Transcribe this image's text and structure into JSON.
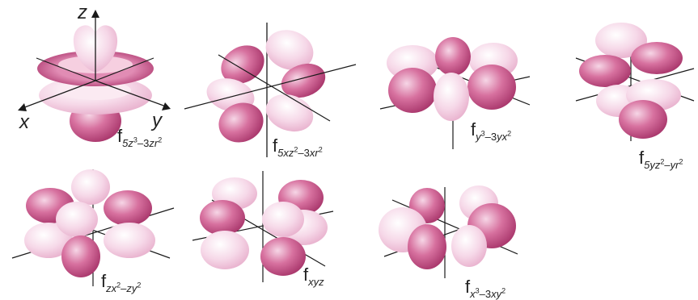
{
  "axes": {
    "z": "z",
    "x": "x",
    "y": "y"
  },
  "orbitals": [
    {
      "id": "fz3",
      "prefix": "f",
      "sub": [
        "5",
        "z",
        "3",
        "–3",
        "z",
        "r",
        "2"
      ]
    },
    {
      "id": "fxz2",
      "prefix": "f",
      "sub": [
        "5",
        "x",
        "z",
        "2",
        "–3",
        "x",
        "r",
        "2"
      ]
    },
    {
      "id": "fy3",
      "prefix": "f",
      "sub": [
        "",
        "y",
        "3",
        "–3",
        "y",
        "x",
        "2"
      ]
    },
    {
      "id": "fyz2",
      "prefix": "f",
      "sub": [
        "5",
        "y",
        "z",
        "2",
        "–",
        "y",
        "r",
        "2"
      ]
    },
    {
      "id": "fzx2",
      "prefix": "f",
      "sub": [
        "",
        "z",
        "x",
        "2",
        "–",
        "z",
        "y",
        "2"
      ]
    },
    {
      "id": "fxyz",
      "prefix": "f",
      "sub": [
        "",
        "x",
        "y",
        "z"
      ]
    },
    {
      "id": "fx3",
      "prefix": "f",
      "sub": [
        "",
        "x",
        "3",
        "–3",
        "x",
        "y",
        "2"
      ]
    }
  ],
  "labels": {
    "fz3": {
      "f": "f",
      "s1": "5",
      "i1": "z",
      "e1": "3",
      "s2": "–3",
      "i2": "zr",
      "e2": "2"
    },
    "fxz2": {
      "f": "f",
      "s1": "5",
      "i1": "xz",
      "e1": "2",
      "s2": "–3",
      "i2": "xr",
      "e2": "2"
    },
    "fy3": {
      "f": "f",
      "s1": "",
      "i1": "y",
      "e1": "3",
      "s2": "–3",
      "i2": "yx",
      "e2": "2"
    },
    "fyz2": {
      "f": "f",
      "s1": "5",
      "i1": "yz",
      "e1": "2",
      "s2": "–",
      "i2": "yr",
      "e2": "2"
    },
    "fzx2": {
      "f": "f",
      "s1": "",
      "i1": "zx",
      "e1": "2",
      "s2": "–",
      "i2": "zy",
      "e2": "2"
    },
    "fxyz": {
      "f": "f",
      "s1": "",
      "i1": "xyz",
      "e1": "",
      "s2": "",
      "i2": "",
      "e2": ""
    },
    "fx3": {
      "f": "f",
      "s1": "",
      "i1": "x",
      "e1": "3",
      "s2": "–3",
      "i2": "xy",
      "e2": "2"
    }
  },
  "colors": {
    "dark_lobe": "#c0457f",
    "light_lobe": "#f2c6dc",
    "axis": "#1a1a1a"
  }
}
